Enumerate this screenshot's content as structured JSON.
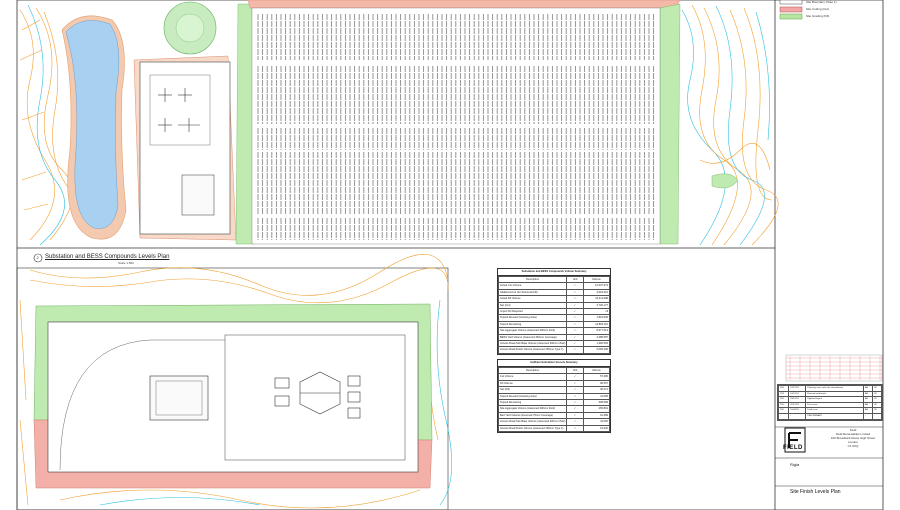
{
  "legend": {
    "items": [
      {
        "label": "Site Boundary (Note 1)"
      },
      {
        "label": "Site Cutting (Cut)",
        "color": "#f3a6a6"
      },
      {
        "label": "Site Grading (Fill)",
        "color": "#b6e6a0"
      }
    ]
  },
  "section": {
    "title": "Substation and BESS Compounds Levels Plan",
    "scale": "Scale 1:500",
    "marker": "2"
  },
  "table1": {
    "title": "Substation and BESS Compounds Volume Summary",
    "headers": [
      "Description",
      "Unit",
      "Volume"
    ],
    "rows": [
      [
        "Actual Cut Volume",
        "✓",
        "12,607.373"
      ],
      [
        "Additional Cut (for Structural Fill)",
        "✓",
        "4,018.461"
      ],
      [
        "Actual Fill Volume",
        "✓",
        "16,411.998"
      ],
      [
        "Net (Cut)",
        "✓",
        "3,726.177"
      ],
      [
        "Import Fill Required",
        "✓",
        "nil"
      ],
      [
        "Topsoil Reused (Grassing Area)",
        "✓",
        "1,823.669"
      ],
      [
        "Topsoil Remaining",
        "✓",
        "14,883.116"
      ],
      [
        "Site Aggregate Volume (Assumed 300mm thick)",
        "✓",
        "8,977.613"
      ],
      [
        "BESS Yard Volume (Assumed 150mm Coverage)",
        "✓",
        "4,388.587"
      ],
      [
        "Access Road Sub Base Volume (Assumed 300mm thick)",
        "✓",
        "1,390.593"
      ],
      [
        "Access Road Finish Volume (Assumed 150mm Type 1)",
        "✓",
        "2,095.296"
      ]
    ]
  },
  "table2": {
    "title": "Haltham Substation Vessels Summary",
    "headers": [
      "Description",
      "Unit",
      "Volume"
    ],
    "rows": [
      [
        "Cut Volume",
        "✓",
        "57.286"
      ],
      [
        "Fill Volume",
        "✓",
        "90.557"
      ],
      [
        "Net (Fill)",
        "✓",
        "36.271"
      ],
      [
        "Topsoil Reused (Grassing Area)",
        "✓",
        "41.068"
      ],
      [
        "Topsoil Remaining",
        "✓",
        "308.568"
      ],
      [
        "Site Aggregate Volume (Assumed 300mm thick)",
        "✓",
        "265.891"
      ],
      [
        "Bed Yard Volume (Assumed 75mm Coverage)",
        "✓",
        "61.289"
      ],
      [
        "Access Road Sub Base Volume (Assumed 300mm thick)",
        "✓",
        "41.060"
      ],
      [
        "Access Road Finish Volume (Assumed 150mm Type 1)",
        "✓",
        "19.320"
      ]
    ]
  },
  "revisions": [
    [
      "P04",
      "12/12/24",
      "Planning issue with title amendments",
      "AB",
      "CD"
    ],
    [
      "P03",
      "10/11/24",
      "Revised earthworks",
      "AB",
      "CD"
    ],
    [
      "P02",
      "23/10/24",
      "Updated layout",
      "AB",
      "CD"
    ],
    [
      "P01",
      "01/10/24",
      "First issue",
      "AB",
      "CD"
    ],
    [
      "P00",
      "15/09/24",
      "Draft issue",
      "AB",
      "CD"
    ],
    [
      "-",
      "-",
      "PRELIMINARY",
      "-",
      "-"
    ]
  ],
  "title_block": {
    "logo": "FIELD",
    "company": "Field",
    "address": [
      "Field Renewables Limited",
      "100 Broadwick Road, High Street",
      "London",
      "C1 5UQ"
    ],
    "project_label": "Rigla",
    "drawing_title": "Site Finish Levels Plan"
  },
  "colors": {
    "cut": "#f3a6a6",
    "fill": "#b6e6a0",
    "contour_a": "#f0a030",
    "contour_b": "#30c0e0",
    "pond": "#a8d0f0"
  }
}
